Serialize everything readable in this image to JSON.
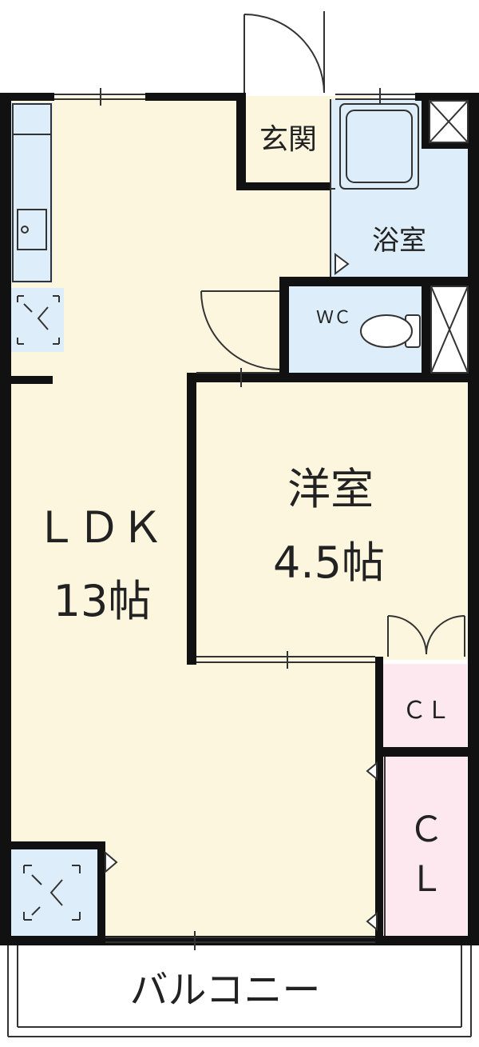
{
  "rooms": {
    "ldk": {
      "name": "ＬＤＫ",
      "size": "13帖"
    },
    "western": {
      "name": "洋室",
      "size": "4.5帖"
    },
    "entrance": {
      "name": "玄関"
    },
    "bath": {
      "name": "浴室"
    },
    "toilet": {
      "name": "ＷＣ"
    },
    "closet_upper": {
      "name": "ＣＬ"
    },
    "closet_lower": {
      "line1": "Ｃ",
      "line2": "Ｌ"
    },
    "balcony": {
      "name": "バルコニー"
    }
  },
  "colors": {
    "ldk_floor": "#fdf6df",
    "wet_area": "#ddeefa",
    "closet": "#fde8f0",
    "wall": "#111111"
  }
}
